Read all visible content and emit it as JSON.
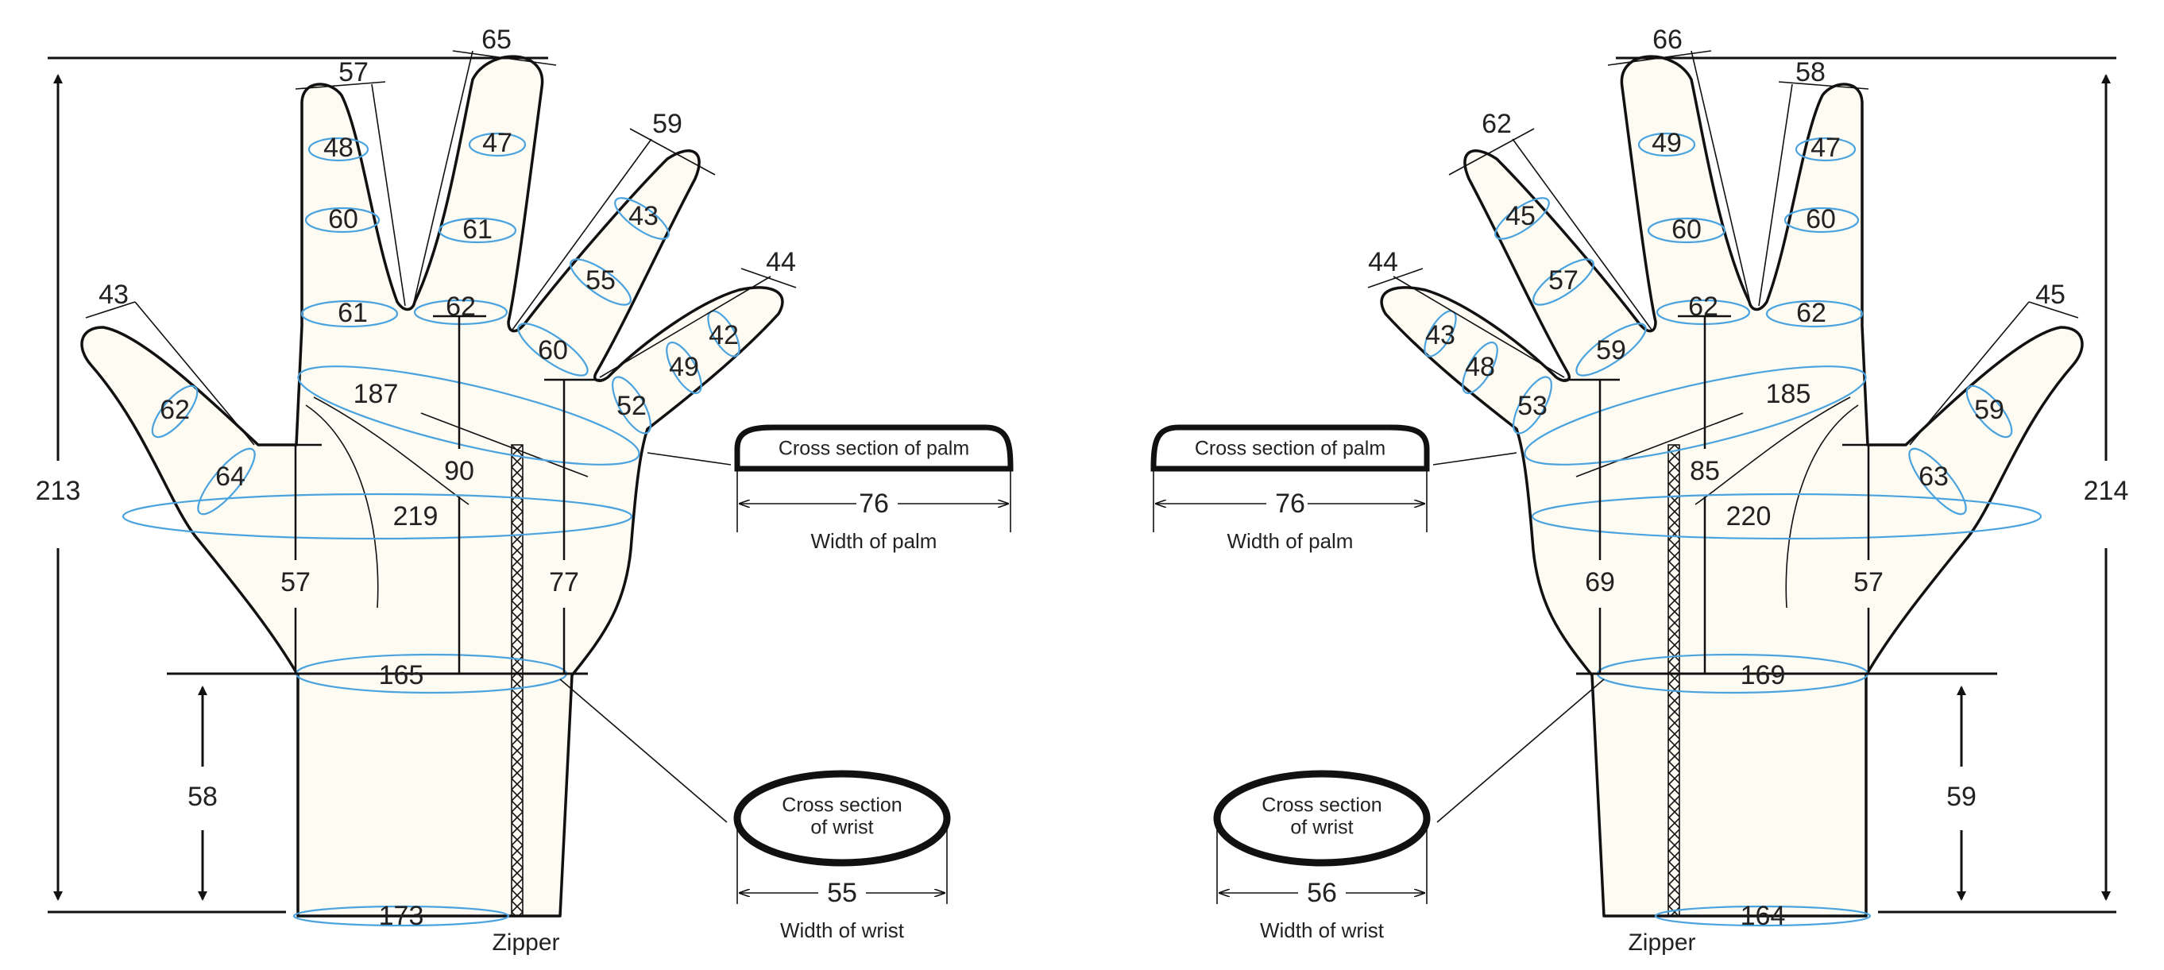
{
  "colors": {
    "glove_fill": "#fdfbf2",
    "measure_ring": "#4aa3df",
    "outline": "#111111"
  },
  "left_glove": {
    "overall_length": "213",
    "cuff_length": "58",
    "thumb_length": "57",
    "palm_length": "90",
    "finger_base_to_wrist": "77",
    "fingers": {
      "thumb": {
        "length": "43",
        "circ_mid": "62",
        "circ_base": "64"
      },
      "index": {
        "length": "57",
        "circ_tip": "48",
        "circ_mid": "60",
        "circ_base": "61"
      },
      "middle": {
        "length": "65",
        "circ_tip": "47",
        "circ_mid": "61",
        "circ_base": "62"
      },
      "ring": {
        "length": "59",
        "circ_tip": "43",
        "circ_mid": "55",
        "circ_base": "60"
      },
      "little": {
        "length": "44",
        "circ_tip": "42",
        "circ_mid": "49",
        "circ_base": "52"
      }
    },
    "knuckle_circ": "187",
    "hand_circ": "219",
    "wrist_circ": "165",
    "cuff_opening": "173",
    "zipper_label": "Zipper",
    "palm_section": {
      "title": "Cross section of palm",
      "width": "76",
      "caption": "Width of palm"
    },
    "wrist_section": {
      "title_line1": "Cross section",
      "title_line2": "of wrist",
      "width": "55",
      "caption": "Width of wrist"
    }
  },
  "right_glove": {
    "overall_length": "214",
    "cuff_length": "59",
    "thumb_length": "57",
    "palm_length": "85",
    "finger_base_to_wrist": "69",
    "fingers": {
      "thumb": {
        "length": "45",
        "circ_mid": "59",
        "circ_base": "63"
      },
      "index": {
        "length": "58",
        "circ_tip": "47",
        "circ_mid": "60",
        "circ_base": "62"
      },
      "middle": {
        "length": "66",
        "circ_tip": "49",
        "circ_mid": "60",
        "circ_base": "62"
      },
      "ring": {
        "length": "62",
        "circ_tip": "45",
        "circ_mid": "57",
        "circ_base": "59"
      },
      "little": {
        "length": "44",
        "circ_tip": "43",
        "circ_mid": "48",
        "circ_base": "53"
      }
    },
    "knuckle_circ": "185",
    "hand_circ": "220",
    "wrist_circ": "169",
    "cuff_opening": "164",
    "zipper_label": "Zipper",
    "palm_section": {
      "title": "Cross section of palm",
      "width": "76",
      "caption": "Width of palm"
    },
    "wrist_section": {
      "title_line1": "Cross section",
      "title_line2": "of wrist",
      "width": "56",
      "caption": "Width of wrist"
    }
  }
}
